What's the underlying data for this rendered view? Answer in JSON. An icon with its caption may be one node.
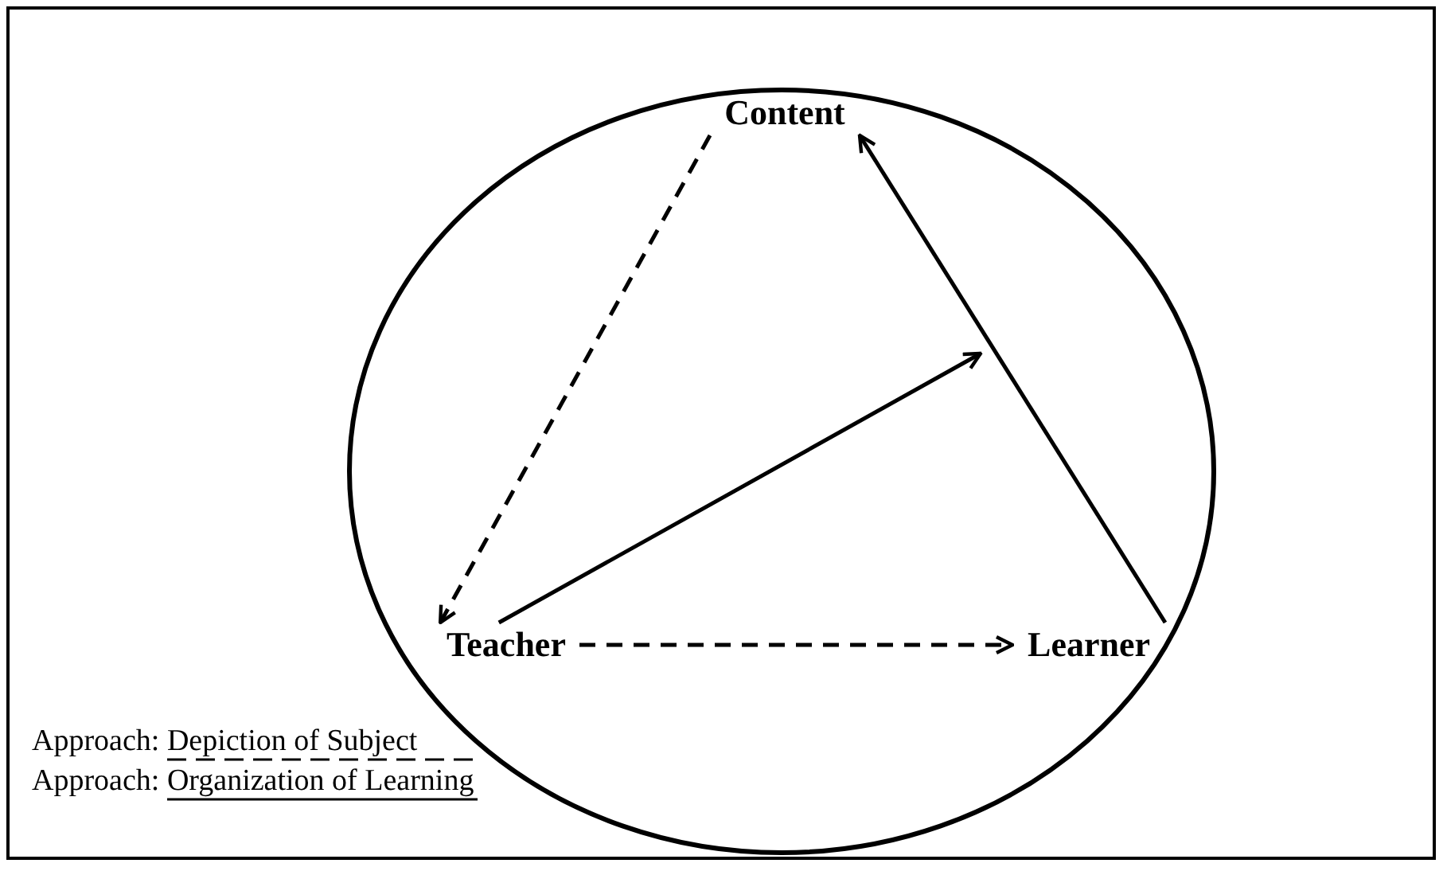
{
  "diagram": {
    "nodes": [
      {
        "text": [],
        "shape": "circle"
      },
      {
        "text": [
          "Content"
        ],
        "in": 0
      },
      {
        "text": [
          "Teacher"
        ],
        "in": 0
      },
      {
        "text": [
          "Learner"
        ],
        "in": 0
      }
    ],
    "edges": [
      {
        "from": 1,
        "to": 2,
        "arrow": "to",
        "style": "dashed"
      },
      {
        "from": 2,
        "to": null,
        "arrow": "to"
      },
      {
        "from": 3,
        "to": 1,
        "arrow": "to"
      },
      {
        "from": 2,
        "to": 3,
        "arrow": "to",
        "style": "dashed"
      }
    ],
    "legend": [
      {
        "text": "Approach: Depiction of Subject"
      },
      {
        "text": "Approach: Organization of Learning"
      }
    ]
  }
}
